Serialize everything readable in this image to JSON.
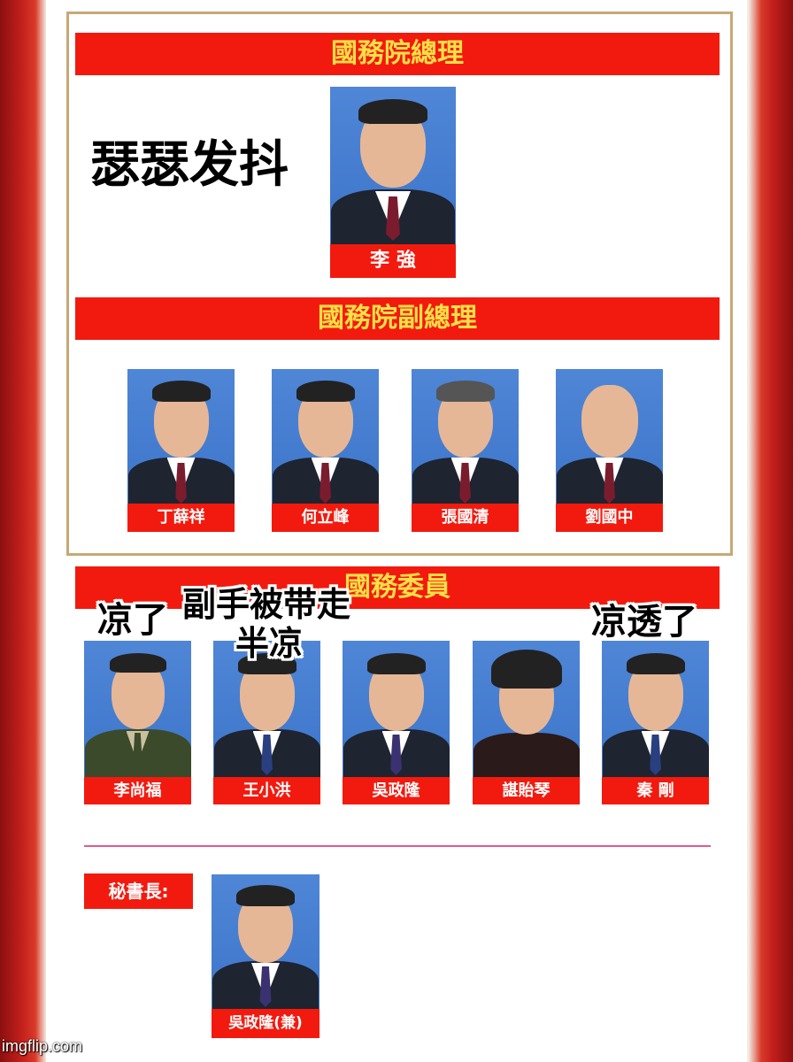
{
  "sections": {
    "premier_title": "國務院總理",
    "vice_premiers_title": "國務院副總理",
    "councilors_title": "國務委員",
    "secretary_label": "秘書長:"
  },
  "premier": {
    "name": "李 強"
  },
  "vice_premiers": [
    {
      "name": "丁薛祥"
    },
    {
      "name": "何立峰"
    },
    {
      "name": "張國清"
    },
    {
      "name": "劉國中"
    }
  ],
  "councilors": [
    {
      "name": "李尚福"
    },
    {
      "name": "王小洪"
    },
    {
      "name": "吳政隆"
    },
    {
      "name": "諶貽琴"
    },
    {
      "name": "秦 剛"
    }
  ],
  "secretary_general": {
    "name": "吳政隆(兼)"
  },
  "captions": {
    "premier": "瑟瑟发抖",
    "li_shangfu": "凉了",
    "wang_xiaohong_line1": "副手被带走",
    "wang_xiaohong_line2": "半凉",
    "qin_gang": "凉透了"
  },
  "watermark": "imgflip.com",
  "colors": {
    "banner_red": "#f21a0e",
    "banner_text": "#fde047",
    "frame_gold": "#c8a876",
    "photo_blue": "#4f86d6"
  }
}
